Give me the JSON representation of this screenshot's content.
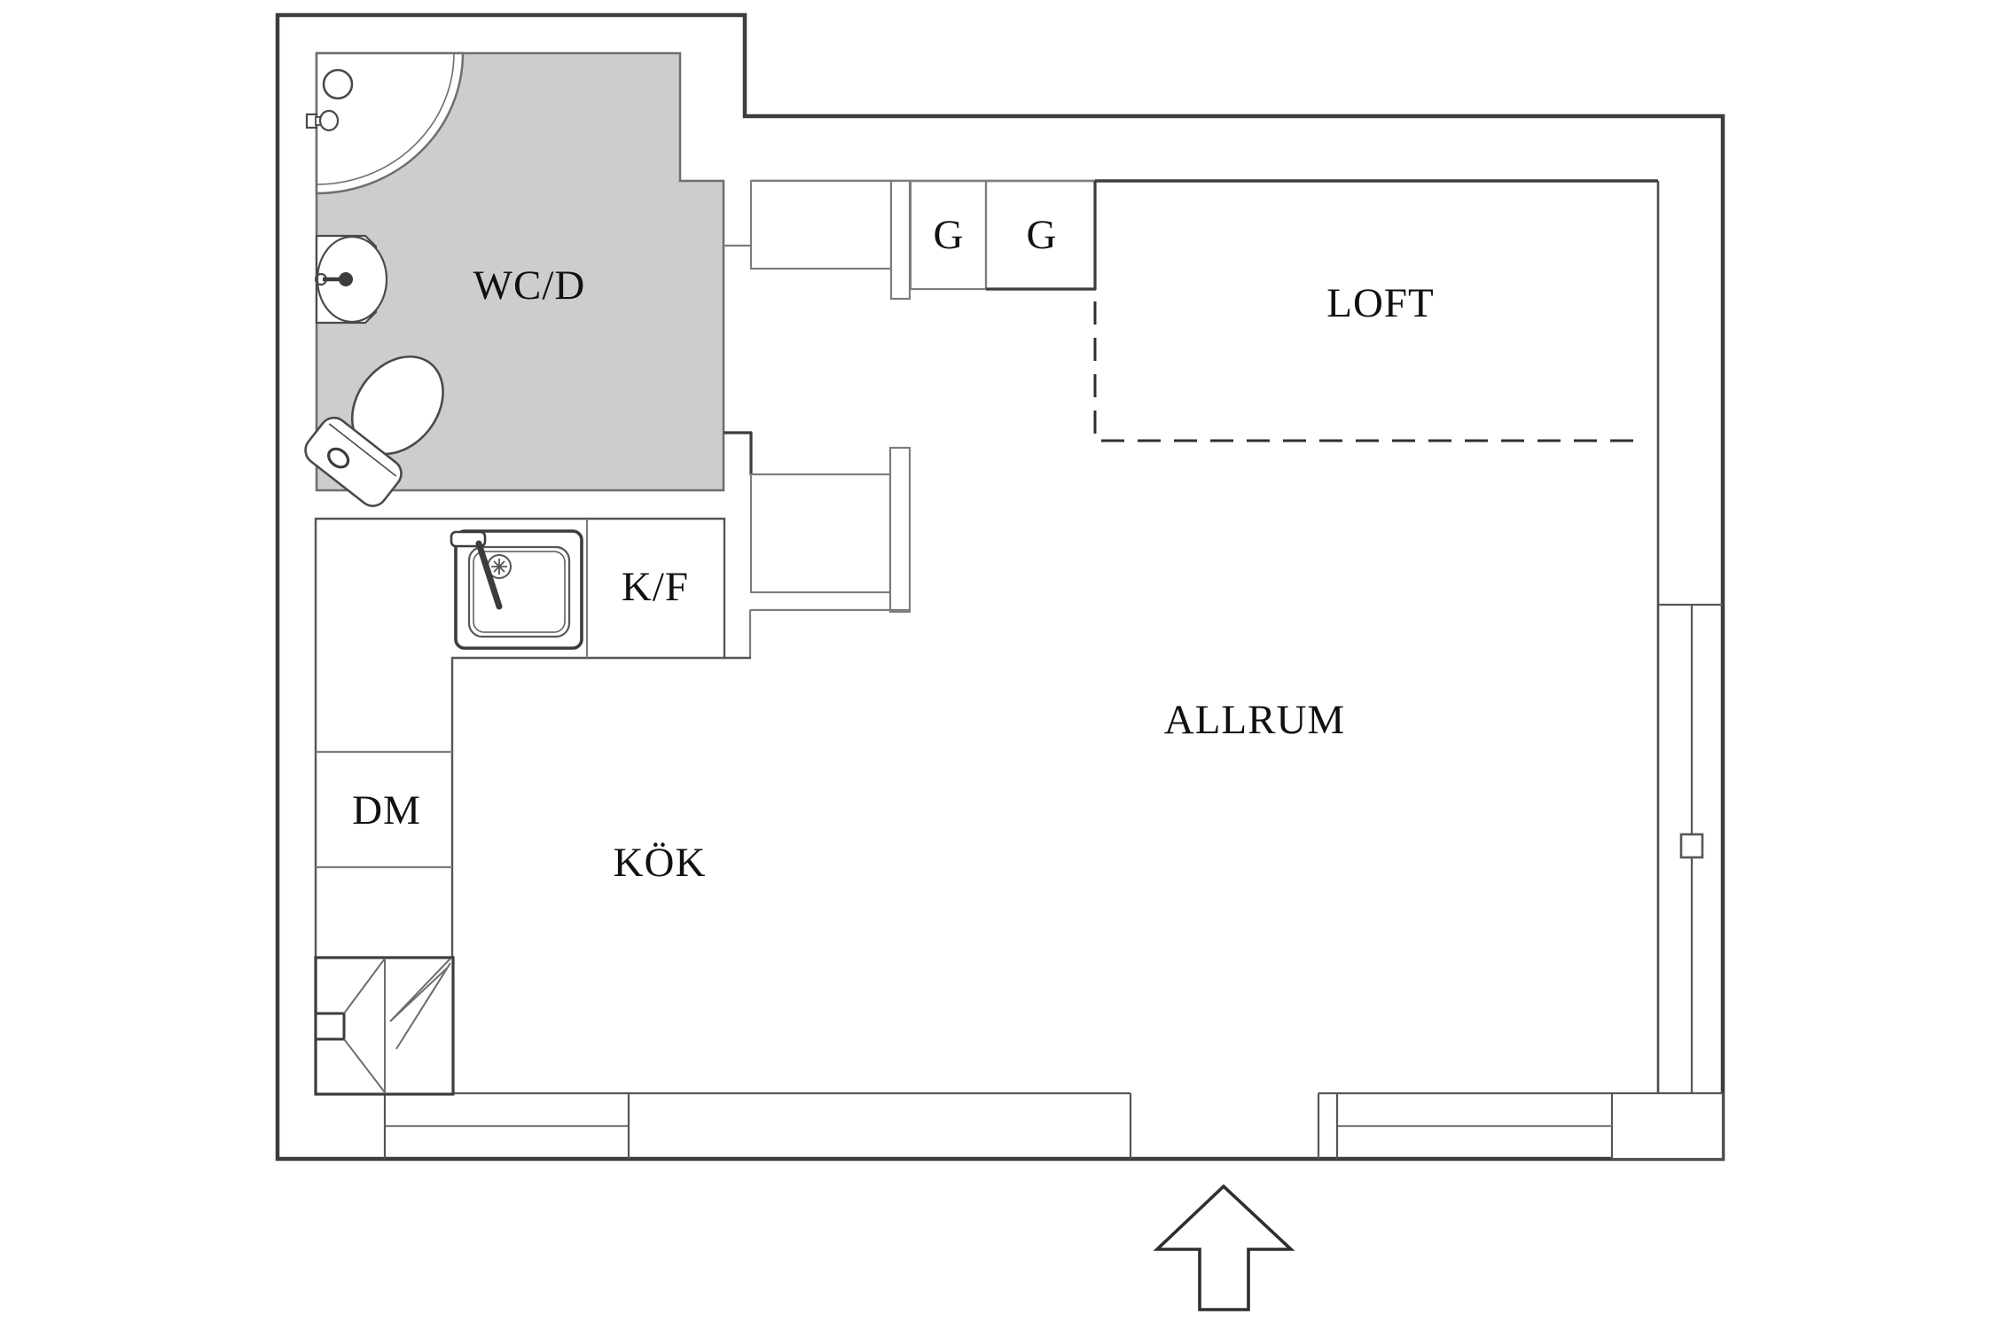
{
  "plan_type": "apartment floor plan",
  "colors": {
    "wall_dark": "#3c3c3c",
    "wall_medium": "#565656",
    "wall_light": "#7d7d7d",
    "bathroom_floor_fill": "#cdcdcd",
    "paper": "#ffffff",
    "text": "#111111"
  },
  "rooms": {
    "wcd": {
      "label": "WC/D"
    },
    "loft": {
      "label": "LOFT"
    },
    "allrum": {
      "label": "ALLRUM"
    },
    "kitchen": {
      "label": "KÖK"
    },
    "fridge_freezer": {
      "label": "K/F"
    },
    "dishwasher": {
      "label": "DM"
    },
    "wardrobe_left": {
      "label": "G"
    },
    "wardrobe_right": {
      "label": "G"
    }
  },
  "fixtures": {
    "corner_shower": "corner-shower-icon",
    "shower_head": "shower-head-icon",
    "shower_mixer": "shower-mixer-icon",
    "washbasin": "washbasin-icon",
    "toilet": "toilet-icon",
    "kitchen_sink": "kitchen-sink-icon",
    "cleaning_unit": "utility-cabinet-icon",
    "entrance_arrow": "entrance-arrow-icon",
    "loft_extent": "dashed-loft-outline",
    "windows": "window-bands",
    "door_opening": "entrance-door-opening"
  }
}
